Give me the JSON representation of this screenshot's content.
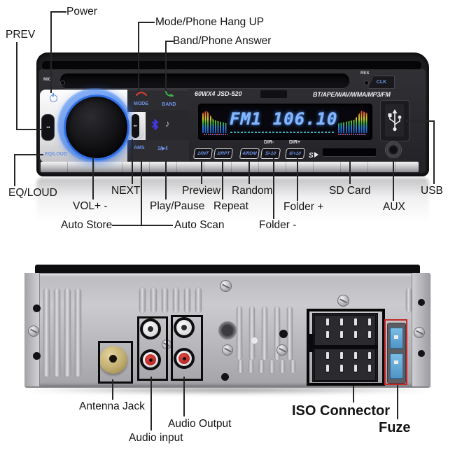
{
  "front_unit": {
    "mic_label": "MIC",
    "res_label": "RES",
    "clk_button": "CLK",
    "model_text": "60WX4 JSD-520",
    "formats_text": "BT/APE/WAV/WMA/MP3/FM",
    "display_text": "FM1 106.10",
    "mode_button": "MODE",
    "band_button": "BAND",
    "eq_loud_text": "EQ/LOUD",
    "ams_button": "AMS",
    "play_button": "1/▶‖",
    "small_buttons": [
      {
        "label": "2/INT"
      },
      {
        "label": "3/RPT"
      },
      {
        "label": "4/RDM"
      },
      {
        "label": "5/-10"
      },
      {
        "label": "6/+10"
      }
    ],
    "dir_minus": "DIR-",
    "dir_plus": "DIR+",
    "sd_logo": "S",
    "icons": {
      "prev": "◂◂",
      "next": "▸▸",
      "note": "♪"
    }
  },
  "callouts_front": {
    "power": "Power",
    "prev": "PREV",
    "mode": "Mode/Phone Hang UP",
    "band": "Band/Phone Answer",
    "eq_loud": "EQ/LOUD",
    "vol": "VOL+  -",
    "next": "NEXT",
    "play_pause": "Play/Pause",
    "preview": "Preview",
    "repeat": "Repeat",
    "random": "Random",
    "auto_store": "Auto Store",
    "auto_scan": "Auto Scan",
    "folder_minus": "Folder -",
    "folder_plus": "Folder +",
    "sd_card": "SD Card",
    "aux": "AUX",
    "usb": "USB"
  },
  "callouts_rear": {
    "antenna": "Antenna Jack",
    "audio_input": "Audio input",
    "audio_output": "Audio Output",
    "iso": "ISO Connector",
    "fuze": "Fuze"
  },
  "colors": {
    "accent_blue": "#6e93e4",
    "display_digits": "#82b7ff",
    "knob_ring": "#2f6fe6",
    "fuse_outline_red": "#c62828",
    "fuse_blue": "#6db0dc",
    "antenna_gold": "#c8b070",
    "rca_red": "#cc2328"
  }
}
